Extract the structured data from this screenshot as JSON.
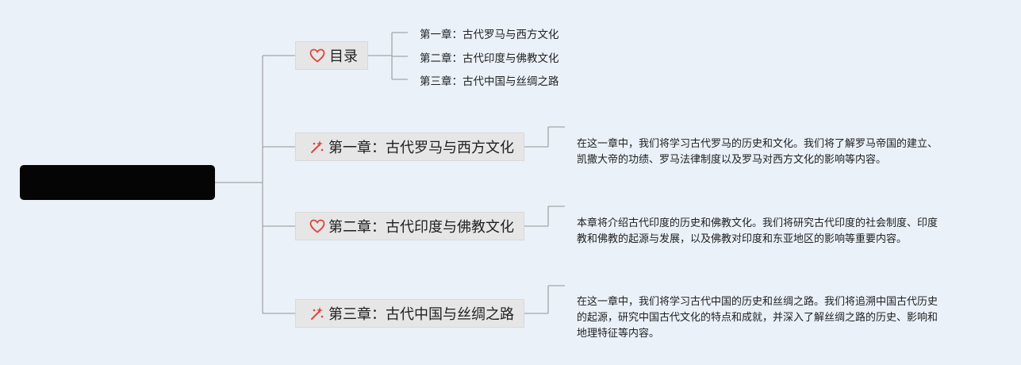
{
  "root": {
    "label": ""
  },
  "toc": {
    "label": "目录",
    "items": [
      "第一章：古代罗马与西方文化",
      "第二章：古代印度与佛教文化",
      "第三章：古代中国与丝绸之路"
    ]
  },
  "chapters": [
    {
      "label": "第一章：古代罗马与西方文化",
      "icon": "sparkle-icon",
      "desc": [
        "在这一章中，我们将学习古代罗马的历史和文化。我们将了解罗马帝国的建立、",
        "凯撒大帝的功绩、罗马法律制度以及罗马对西方文化的影响等内容。"
      ]
    },
    {
      "label": "第二章：古代印度与佛教文化",
      "icon": "heart-icon",
      "desc": [
        "本章将介绍古代印度的历史和佛教文化。我们将研究古代印度的社会制度、印度",
        "教和佛教的起源与发展，以及佛教对印度和东亚地区的影响等重要内容。"
      ]
    },
    {
      "label": "第三章：古代中国与丝绸之路",
      "icon": "sparkle-icon",
      "desc": [
        "在这一章中，我们将学习古代中国的历史和丝绸之路。我们将追溯中国古代历史",
        "的起源，研究中国古代文化的特点和成就，并深入了解丝绸之路的历史、影响和",
        "地理特征等内容。"
      ]
    }
  ],
  "colors": {
    "background": "#eaf1f9",
    "connector": "#a6a6a6",
    "icon": "#e0443a",
    "root": "#050505"
  }
}
